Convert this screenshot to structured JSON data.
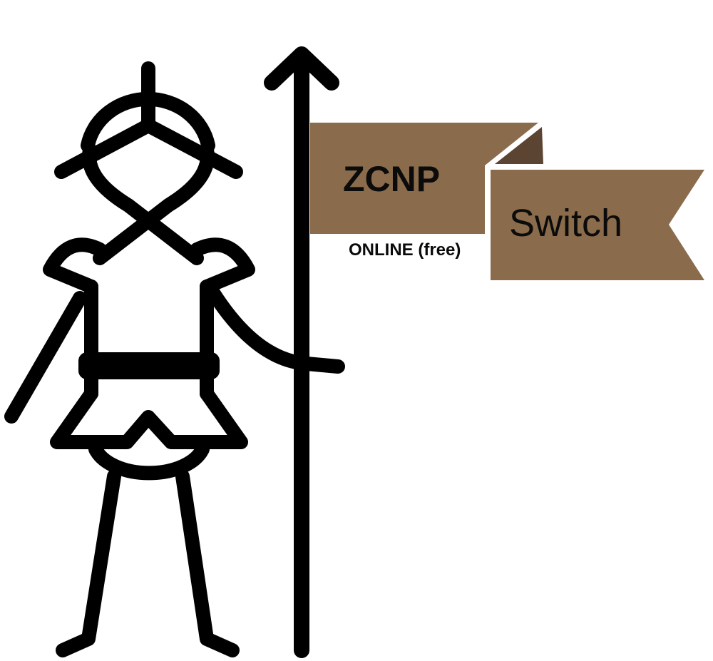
{
  "colors": {
    "background": "#ffffff",
    "ink": "#000000",
    "flag_brown": "#8a6b4b",
    "flag_fold": "#5b4431",
    "flag_text": "#0b0b0b"
  },
  "flag_upper": {
    "label": "ZCNP",
    "sublabel": "ONLINE (free)"
  },
  "flag_lower": {
    "label": "Switch"
  },
  "icons": {
    "figure": "figure-with-spear-icon",
    "spear": "arrow-up-spear-icon"
  }
}
